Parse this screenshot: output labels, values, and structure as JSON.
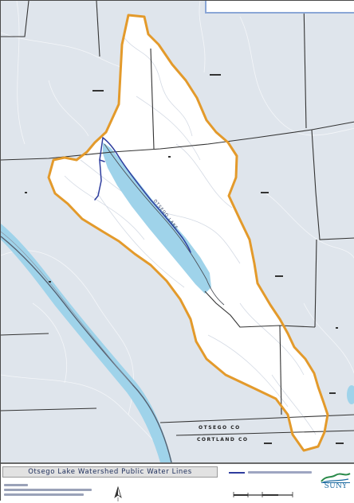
{
  "map": {
    "lake_label": "OTSEGO LAKE",
    "county_label_upper": "OTSEGO CO",
    "county_label_lower": "CORTLAND CO",
    "colors": {
      "watershed_boundary": "#e39a2b",
      "water": "#9fd3ea",
      "water_lines": "#2e3d9e",
      "county_lines": "#333333",
      "roads": "#cfd6e0",
      "outside_area": "#dfe5ec",
      "inside_area": "#ffffff"
    }
  },
  "title_block": {
    "title": "Otsego Lake Watershed Public Water Lines",
    "logo_wordmark": "SUNY"
  }
}
